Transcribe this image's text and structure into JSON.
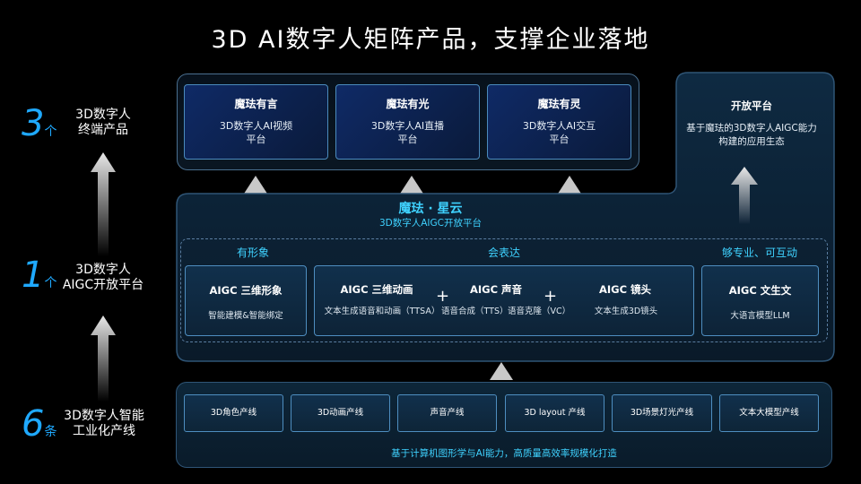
{
  "title": "3D AI数字人矩阵产品，支撑企业落地",
  "left": {
    "tier1": {
      "num": "3",
      "unit": "个",
      "label1": "3D数字人",
      "label2": "终端产品"
    },
    "tier2": {
      "num": "1",
      "unit": "个",
      "label1": "3D数字人",
      "label2": "AIGC开放平台"
    },
    "tier3": {
      "num": "6",
      "unit": "条",
      "label1": "3D数字人智能",
      "label2": "工业化产线"
    }
  },
  "top_cards": [
    {
      "title": "魔珐有言",
      "line1": "3D数字人AI视频",
      "line2": "平台"
    },
    {
      "title": "魔珐有光",
      "line1": "3D数字人AI直播",
      "line2": "平台"
    },
    {
      "title": "魔珐有灵",
      "line1": "3D数字人AI交互",
      "line2": "平台"
    }
  ],
  "open_platform": {
    "title": "开放平台",
    "line1": "基于魔珐的3D数字人AIGC能力",
    "line2": "构建的应用生态"
  },
  "xingyun": {
    "title": "魔珐 · 星云",
    "subtitle": "3D数字人AIGC开放平台"
  },
  "sections": {
    "left": "有形象",
    "middle": "会表达",
    "right": "够专业、可互动"
  },
  "aigc": {
    "shape": {
      "title": "AIGC 三维形象",
      "desc": "智能建模&智能绑定"
    },
    "anim": {
      "title": "AIGC 三维动画",
      "desc": "文本生成语音和动画（TTSA）"
    },
    "voice": {
      "title": "AIGC 声音",
      "desc1": "语音合成（TTS）",
      "desc2": "语音克隆（VC）"
    },
    "lens": {
      "title": "AIGC 镜头",
      "desc": "文本生成3D镜头"
    },
    "text": {
      "title": "AIGC 文生文",
      "desc": "大语言模型LLM"
    }
  },
  "plus": "+",
  "lines": [
    "3D角色产线",
    "3D动画产线",
    "声音产线",
    "3D layout 产线",
    "3D场景灯光产线",
    "文本大模型产线"
  ],
  "bottom_caption": "基于计算机图形学与AI能力，高质量高效率规模化打造"
}
